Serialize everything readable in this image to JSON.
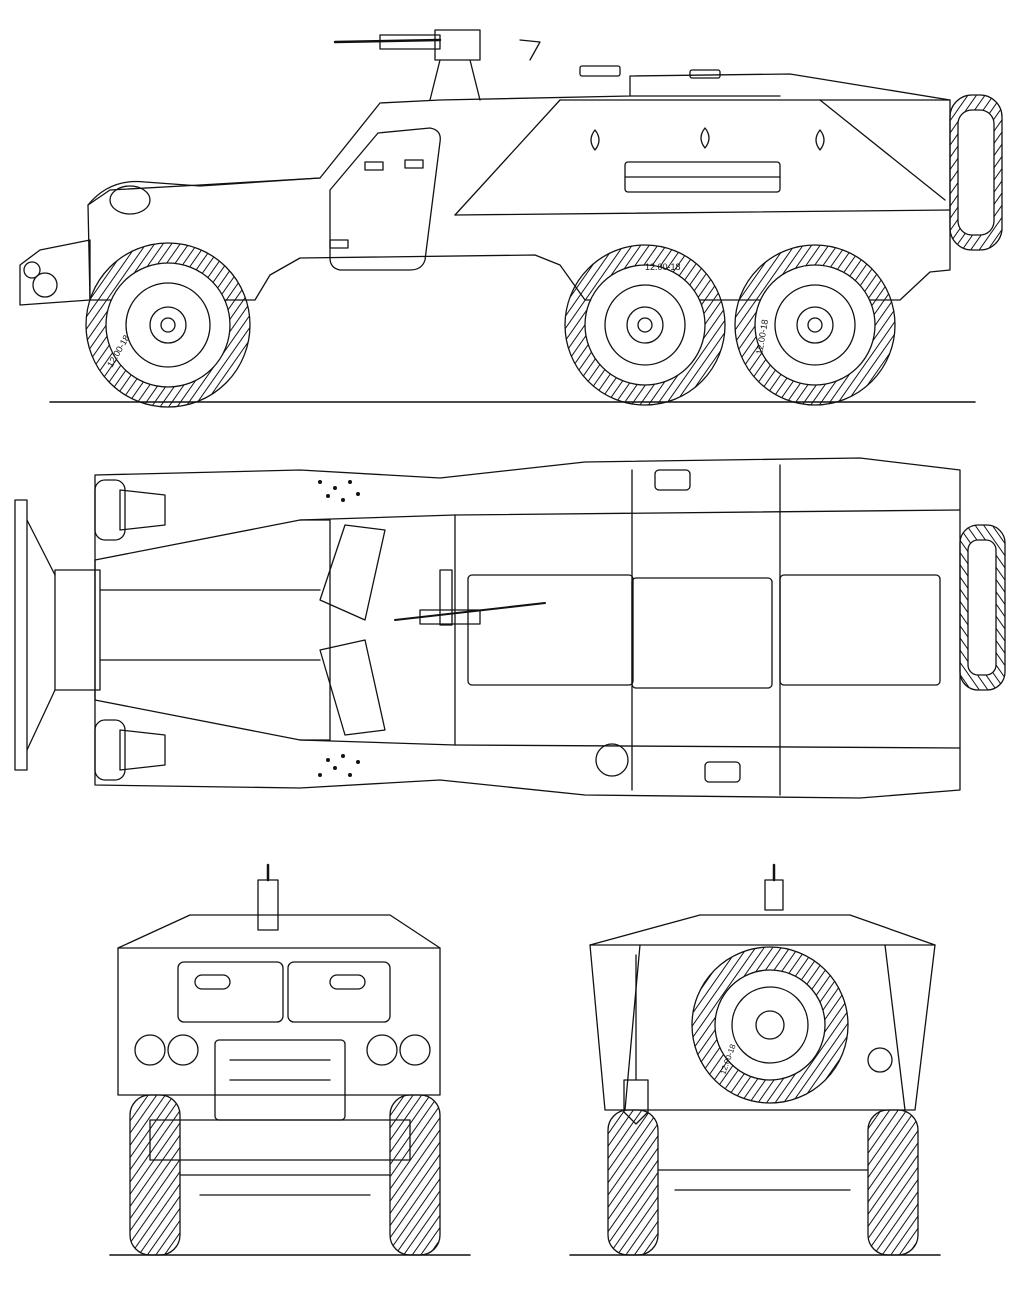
{
  "colors": {
    "ink": "#111111",
    "paper": "#ffffff",
    "light": "#555555"
  },
  "tire_markings": {
    "side_front_wheel": "12.00-18",
    "side_middle_wheel": "12.00-18",
    "side_rear_wheel": "12.00-18",
    "rear_spare_wheel": "12.00-18"
  },
  "views": [
    {
      "id": "side",
      "kind": "left-side elevation"
    },
    {
      "id": "top",
      "kind": "plan view"
    },
    {
      "id": "front",
      "kind": "front elevation"
    },
    {
      "id": "rear",
      "kind": "rear elevation"
    }
  ]
}
